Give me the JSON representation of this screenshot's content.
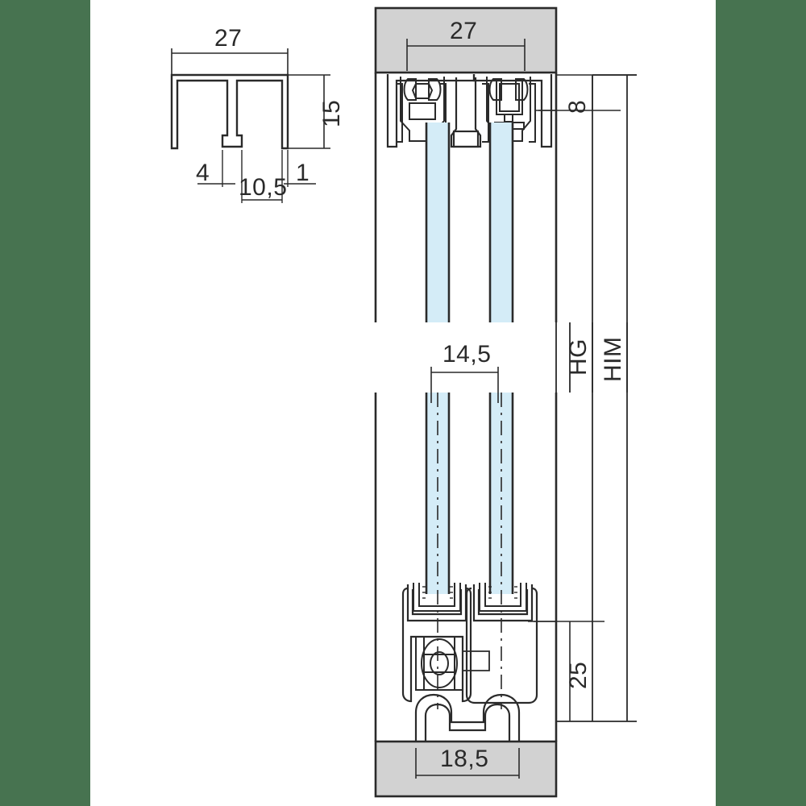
{
  "page": {
    "kind": "technical-drawing",
    "subject": "Sliding door track profile cross-section",
    "background_color": "#ffffff",
    "side_band_color": "#477350",
    "line_color": "#2a2a2a",
    "hatch_fill_color": "#d2d2d2",
    "glass_fill_color": "#d4ecf7"
  },
  "profile_detail": {
    "name": "top-rail-profile",
    "dimensions": {
      "overall_width": "27",
      "height": "15",
      "left_offset": "4",
      "slot_width": "10,5",
      "wall_thickness": "1"
    }
  },
  "section_view": {
    "name": "door-section",
    "top_block": {
      "label": "27"
    },
    "bottom_block": {
      "label": "18,5"
    },
    "dimensions": {
      "head_gap": "8",
      "glass_gap": "14,5",
      "bottom_height": "25",
      "height_glass": "HG",
      "height_installed": "HIM"
    }
  }
}
